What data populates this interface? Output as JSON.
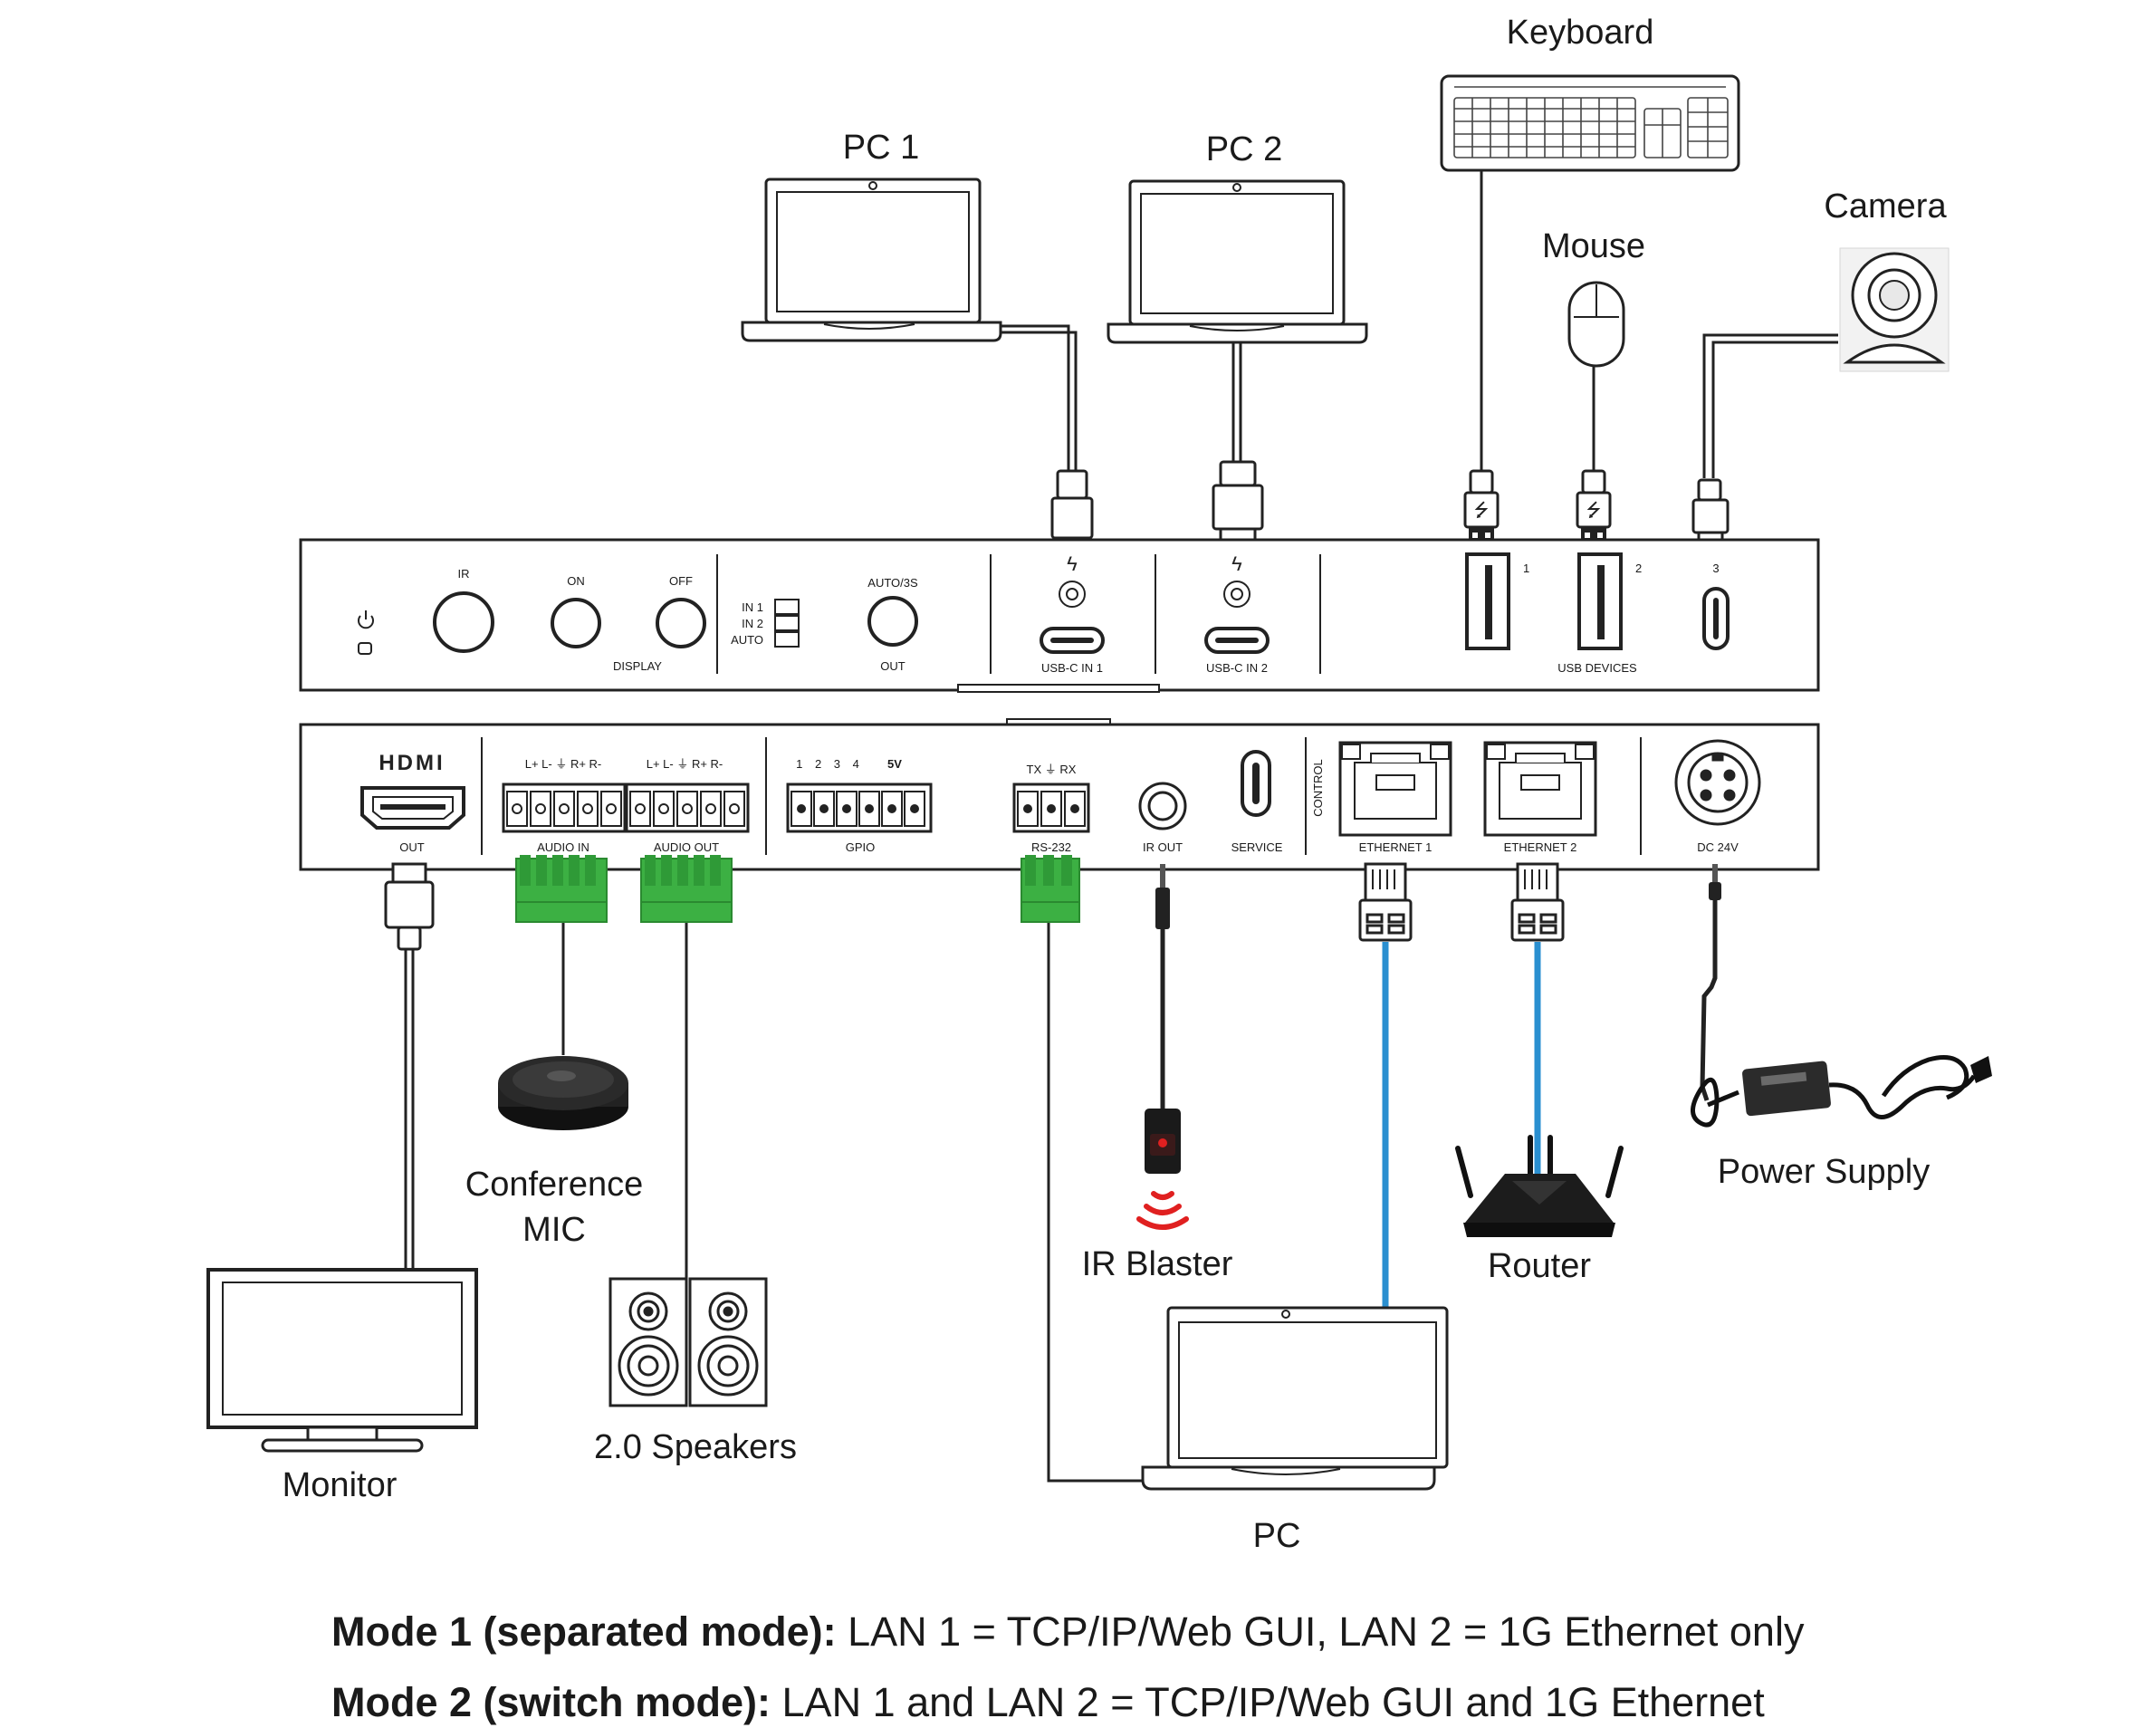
{
  "devices": {
    "pc1": "PC 1",
    "pc2": "PC 2",
    "keyboard": "Keyboard",
    "mouse": "Mouse",
    "camera": "Camera",
    "conference_mic_line1": "Conference",
    "conference_mic_line2": "MIC",
    "speakers": "2.0 Speakers",
    "monitor": "Monitor",
    "ir_blaster": "IR Blaster",
    "router": "Router",
    "power_supply": "Power Supply",
    "pc": "PC"
  },
  "front_panel": {
    "ir": "IR",
    "on": "ON",
    "off": "OFF",
    "display": "DISPLAY",
    "in1": "IN 1",
    "in2": "IN 2",
    "auto": "AUTO",
    "auto3s": "AUTO/3S",
    "out": "OUT",
    "usbc_in1": "USB-C IN 1",
    "usbc_in2": "USB-C IN 2",
    "usb_port1": "1",
    "usb_port2": "2",
    "usb_port3": "3",
    "usb_devices": "USB DEVICES"
  },
  "rear_panel": {
    "hdmi_logo": "HDMI",
    "hdmi_out": "OUT",
    "audio_pins_in": "L+ L- ⏚ R+ R-",
    "audio_pins_out": "L+ L- ⏚ R+ R-",
    "audio_in": "AUDIO IN",
    "audio_out": "AUDIO OUT",
    "gpio_pins": "1 2 3 4",
    "gpio_5v": "5V",
    "gpio": "GPIO",
    "rs232_pins": "TX ⏚ RX",
    "rs232": "RS-232",
    "ir_out": "IR OUT",
    "service": "SERVICE",
    "control": "CONTROL",
    "ethernet1": "ETHERNET 1",
    "ethernet2": "ETHERNET 2",
    "dc24v": "DC 24V"
  },
  "notes": {
    "mode1_bold": "Mode 1 (separated mode):",
    "mode1_text": " LAN 1 = TCP/IP/Web GUI, LAN 2 = 1G Ethernet only",
    "mode2_bold": "Mode 2 (switch mode):",
    "mode2_text": " LAN 1 and LAN 2 = TCP/IP/Web GUI and 1G Ethernet"
  },
  "colors": {
    "terminal_green": "#3cb043",
    "ethernet_blue": "#2a8fd0",
    "ir_red": "#e02020"
  }
}
